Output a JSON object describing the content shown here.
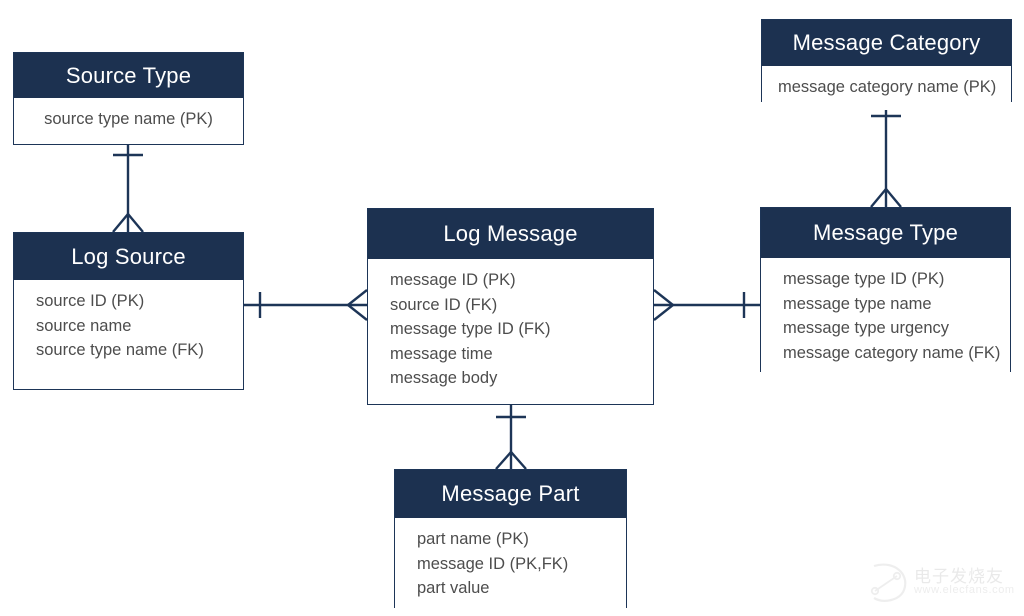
{
  "diagram": {
    "type": "entity-relationship-diagram",
    "notation": "crow's foot",
    "background_color": "#ffffff",
    "header_color": "#1c3150",
    "border_color": "#1d3557",
    "attribute_text_color": "#4d4d4d",
    "entities": [
      {
        "id": "source-type",
        "title": "Source Type",
        "attributes": [
          "source type name (PK)"
        ]
      },
      {
        "id": "log-source",
        "title": "Log Source",
        "attributes": [
          "source ID (PK)",
          "source name",
          "source type name (FK)"
        ]
      },
      {
        "id": "log-message",
        "title": "Log Message",
        "attributes": [
          "message ID (PK)",
          "source ID (FK)",
          "message type ID (FK)",
          "message time",
          "message body"
        ]
      },
      {
        "id": "message-category",
        "title": "Message Category",
        "attributes": [
          "message category name (PK)"
        ]
      },
      {
        "id": "message-type",
        "title": "Message Type",
        "attributes": [
          "message type ID (PK)",
          "message type name",
          "message type urgency",
          "message category name (FK)"
        ]
      },
      {
        "id": "message-part",
        "title": "Message Part",
        "attributes": [
          "part name (PK)",
          "message ID (PK,FK)",
          "part value"
        ]
      }
    ],
    "relationships": [
      {
        "from": "source-type",
        "to": "log-source",
        "from_cardinality": "one",
        "to_cardinality": "many"
      },
      {
        "from": "log-source",
        "to": "log-message",
        "from_cardinality": "one",
        "to_cardinality": "many"
      },
      {
        "from": "message-type",
        "to": "log-message",
        "from_cardinality": "one",
        "to_cardinality": "many"
      },
      {
        "from": "message-category",
        "to": "message-type",
        "from_cardinality": "one",
        "to_cardinality": "many"
      },
      {
        "from": "log-message",
        "to": "message-part",
        "from_cardinality": "one",
        "to_cardinality": "many"
      }
    ]
  },
  "watermark": {
    "text": "电子发烧友",
    "url": "www.elecfans.com"
  }
}
